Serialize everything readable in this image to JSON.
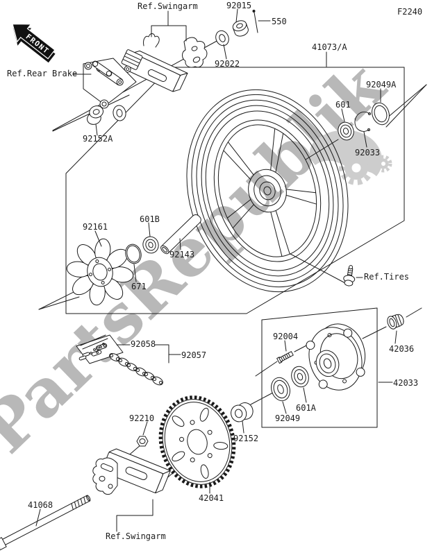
{
  "diagram": {
    "page_code": "F2240",
    "front_marker": "FRONT",
    "watermark": "PartsRepublik",
    "references": {
      "swingarm_top": "Ref.Swingarm",
      "rear_brake": "Ref.Rear Brake",
      "tires": "Ref.Tires",
      "swingarm_bottom": "Ref.Swingarm"
    },
    "part_labels": {
      "41073A": "41073/A",
      "92015": "92015",
      "550": "550",
      "92022": "92022",
      "92049A": "92049A",
      "601": "601",
      "92033": "92033",
      "92152A": "92152A",
      "92161": "92161",
      "601B": "601B",
      "92143": "92143",
      "671": "671",
      "92058": "92058",
      "92057": "92057",
      "92004": "92004",
      "42036": "42036",
      "42033": "42033",
      "601A": "601A",
      "92049": "92049",
      "92210": "92210",
      "92152": "92152",
      "42041": "42041",
      "41068": "41068"
    }
  }
}
